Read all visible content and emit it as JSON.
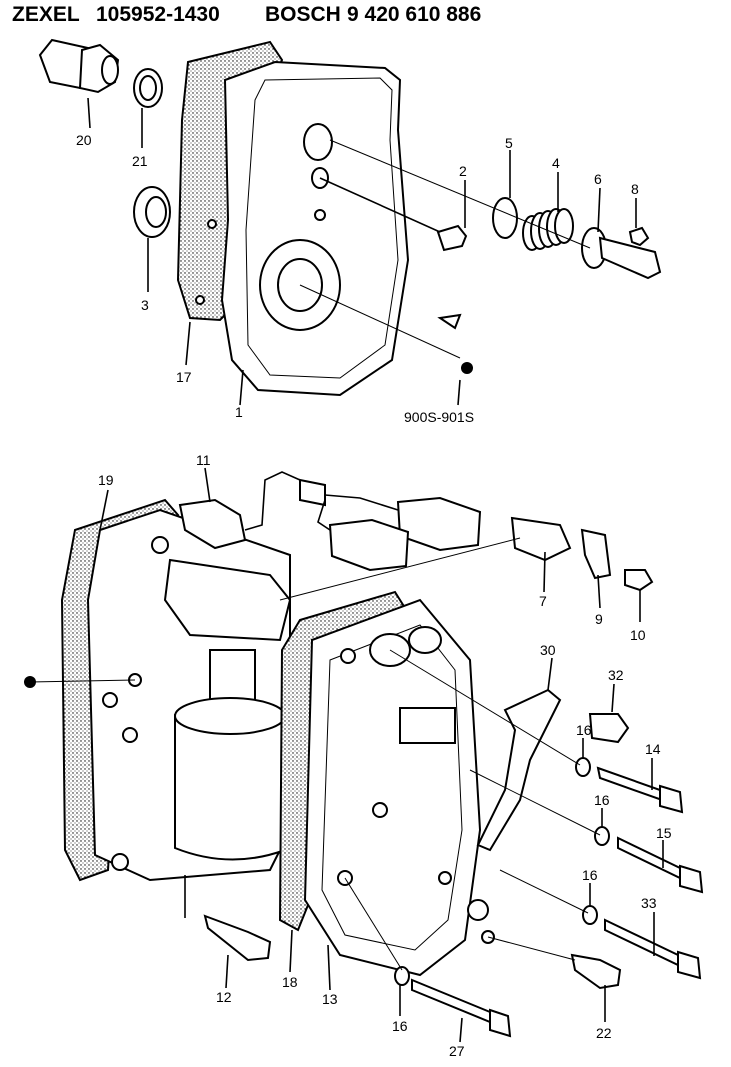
{
  "header": {
    "brand1": "ZEXEL",
    "code1": "105952-1430",
    "brand2": "BOSCH",
    "code2": "9 420 610 886"
  },
  "labels": {
    "p20": "20",
    "p21": "21",
    "p3": "3",
    "p17": "17",
    "p1": "1",
    "p2": "2",
    "p5": "5",
    "p4": "4",
    "p6": "6",
    "p8": "8",
    "p900s": "900S-901S",
    "p19": "19",
    "p11": "11",
    "p7": "7",
    "p9": "9",
    "p10": "10",
    "p30": "30",
    "p32": "32",
    "p16a": "16",
    "p14": "14",
    "p16b": "16",
    "p15": "15",
    "p16c": "16",
    "p33": "33",
    "p12": "12",
    "p18": "18",
    "p13": "13",
    "p16d": "16",
    "p27": "27",
    "p22": "22"
  }
}
